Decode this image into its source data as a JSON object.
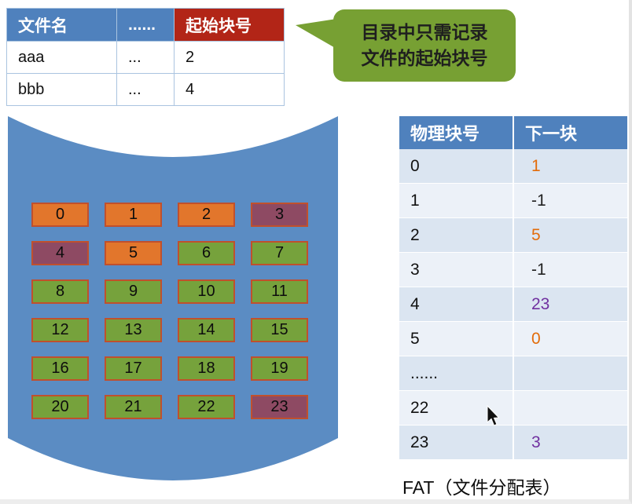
{
  "directory_table": {
    "headers": [
      "文件名",
      "......",
      "起始块号"
    ],
    "rows": [
      {
        "name": "aaa",
        "dots": "...",
        "start": "2"
      },
      {
        "name": "bbb",
        "dots": "...",
        "start": "4"
      }
    ]
  },
  "callout": {
    "line1": "目录中只需记录",
    "line2": "文件的起始块号"
  },
  "disk": {
    "blocks": [
      {
        "label": "0",
        "color": "orange"
      },
      {
        "label": "1",
        "color": "orange"
      },
      {
        "label": "2",
        "color": "orange"
      },
      {
        "label": "3",
        "color": "purple"
      },
      {
        "label": "4",
        "color": "purple"
      },
      {
        "label": "5",
        "color": "orange"
      },
      {
        "label": "6",
        "color": "green"
      },
      {
        "label": "7",
        "color": "green"
      },
      {
        "label": "8",
        "color": "green"
      },
      {
        "label": "9",
        "color": "green"
      },
      {
        "label": "10",
        "color": "green"
      },
      {
        "label": "11",
        "color": "green"
      },
      {
        "label": "12",
        "color": "green"
      },
      {
        "label": "13",
        "color": "green"
      },
      {
        "label": "14",
        "color": "green"
      },
      {
        "label": "15",
        "color": "green"
      },
      {
        "label": "16",
        "color": "green"
      },
      {
        "label": "17",
        "color": "green"
      },
      {
        "label": "18",
        "color": "green"
      },
      {
        "label": "19",
        "color": "green"
      },
      {
        "label": "20",
        "color": "green"
      },
      {
        "label": "21",
        "color": "green"
      },
      {
        "label": "22",
        "color": "green"
      },
      {
        "label": "23",
        "color": "purple"
      }
    ]
  },
  "fat": {
    "headers": [
      "物理块号",
      "下一块"
    ],
    "rows": [
      {
        "block": "0",
        "next": "1",
        "next_color": "orange"
      },
      {
        "block": "1",
        "next": "-1",
        "next_color": "dark"
      },
      {
        "block": "2",
        "next": "5",
        "next_color": "orange"
      },
      {
        "block": "3",
        "next": "-1",
        "next_color": "dark"
      },
      {
        "block": "4",
        "next": "23",
        "next_color": "purple"
      },
      {
        "block": "5",
        "next": "0",
        "next_color": "orange"
      },
      {
        "block": "......",
        "next": "",
        "next_color": "dark"
      },
      {
        "block": "22",
        "next": "",
        "next_color": "dark"
      },
      {
        "block": "23",
        "next": "3",
        "next_color": "purple"
      }
    ],
    "caption": "FAT（文件分配表）"
  },
  "colors": {
    "header_blue": "#4f81bd",
    "header_red": "#b22517",
    "callout_green": "#77a033",
    "disk_blue": "#5b8cc3",
    "block_orange": "#e2762c",
    "block_green": "#76a23c",
    "block_purple": "#8e4a63",
    "next_orange": "#e36c0a",
    "next_purple": "#7030a0"
  }
}
